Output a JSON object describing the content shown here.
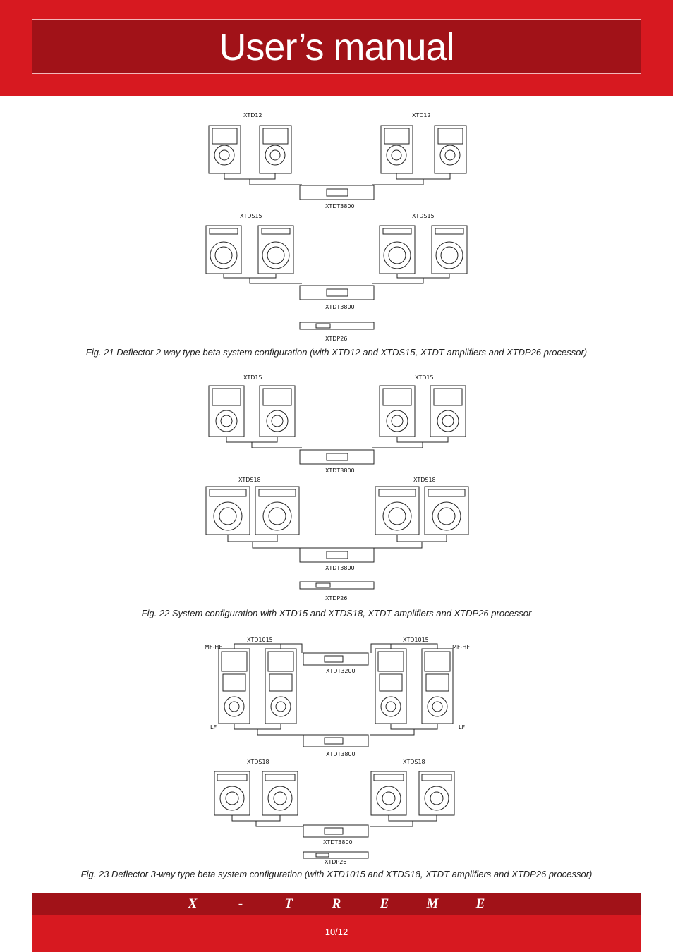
{
  "header": {
    "title": "User’s manual"
  },
  "figures": [
    {
      "labels": {
        "top_left": "XTD12",
        "top_right": "XTD12",
        "amp1": "XTDT3800",
        "sub_left": "XTDS15",
        "sub_right": "XTDS15",
        "amp2": "XTDT3800",
        "processor": "XTDP26"
      },
      "caption": "Fig. 21 Deflector 2-way type beta system configuration (with XTD12 and XTDS15, XTDT amplifiers and XTDP26 processor)"
    },
    {
      "labels": {
        "top_left": "XTD15",
        "top_right": "XTD15",
        "amp1": "XTDT3800",
        "sub_left": "XTDS18",
        "sub_right": "XTDS18",
        "amp2": "XTDT3800",
        "processor": "XTDP26"
      },
      "caption": "Fig. 22 System configuration with XTD15 and XTDS18, XTDT amplifiers and XTDP26 processor"
    },
    {
      "labels": {
        "top_left": "XTD1015",
        "top_right": "XTD1015",
        "mfhf_left": "MF-HF",
        "mfhf_right": "MF-HF",
        "lf_left": "LF",
        "lf_right": "LF",
        "amp_top": "XTDT3200",
        "amp1": "XTDT3800",
        "sub_left": "XTDS18",
        "sub_right": "XTDS18",
        "amp2": "XTDT3800",
        "processor": "XTDP26"
      },
      "caption": "Fig. 23 Deflector 3-way type beta system configuration (with XTD1015 and XTDS18, XTDT amplifiers and XTDP26 processor)"
    }
  ],
  "footer": {
    "brand_letters": [
      "X",
      "-",
      "T",
      "R",
      "E",
      "M",
      "E"
    ],
    "page": "10/12"
  }
}
